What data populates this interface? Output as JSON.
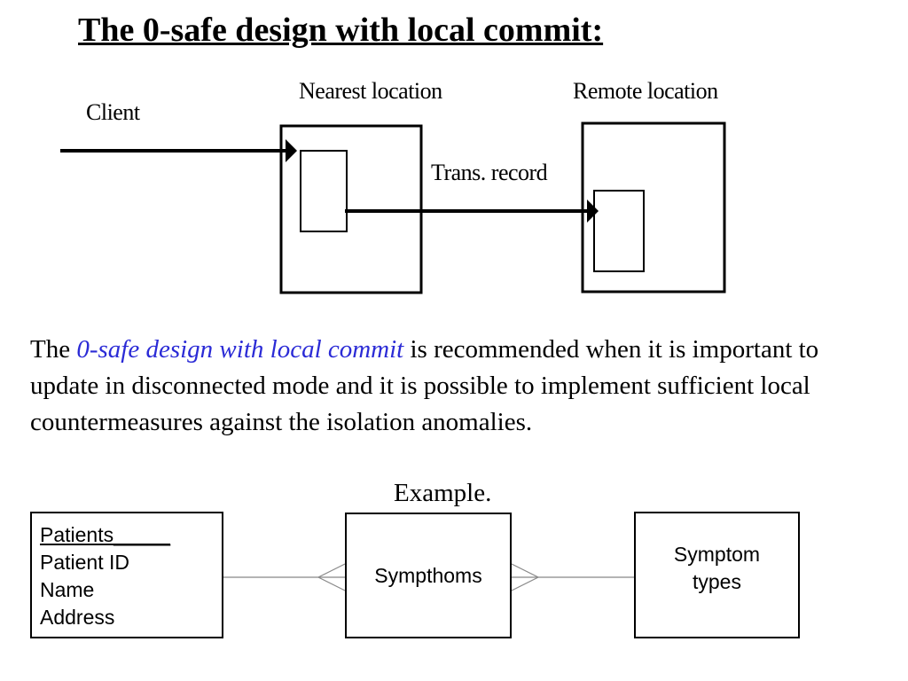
{
  "title": "The 0-safe design with local commit:",
  "labels": {
    "client": "Client",
    "nearest_location": "Nearest location",
    "remote_location": "Remote location",
    "trans_record": "Trans. record"
  },
  "paragraph": {
    "prefix": "The ",
    "emphasis": "0-safe design with local commit",
    "suffix": " is recommended when it is important to update in disconnected mode and it is possible to implement sufficient local countermeasures against the isolation anomalies."
  },
  "colors": {
    "emphasis": "#2b2bd6"
  },
  "example": {
    "label": "Example.",
    "entities": {
      "patients": {
        "name": "Patients_____",
        "attributes": [
          "Patient ID",
          "Name",
          "Address"
        ]
      },
      "symptoms": {
        "name": "Sympthoms"
      },
      "symptom_types": {
        "line1": "Symptom",
        "line2": "types"
      }
    }
  }
}
